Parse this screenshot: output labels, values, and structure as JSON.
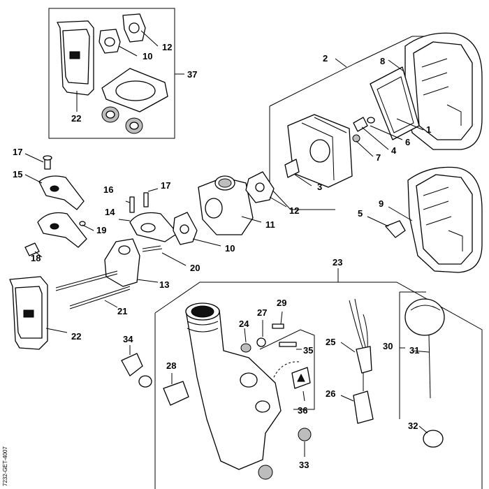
{
  "diagram": {
    "drawing_code": "7232-GET-4007",
    "callouts": {
      "c1": "1",
      "c2": "2",
      "c3": "3",
      "c4": "4",
      "c5": "5",
      "c6": "6",
      "c7": "7",
      "c8": "8",
      "c9": "9",
      "c10_gasket_top": "10",
      "c10_carb": "10",
      "c11": "11",
      "c12_top": "12",
      "c12_carb": "12",
      "c13": "13",
      "c14": "14",
      "c15": "15",
      "c16": "16",
      "c17_left": "17",
      "c17_mid": "17",
      "c18": "18",
      "c19": "19",
      "c20": "20",
      "c21": "21",
      "c22_top": "22",
      "c22_left": "22",
      "c23": "23",
      "c24": "24",
      "c25": "25",
      "c26": "26",
      "c27": "27",
      "c28": "28",
      "c29": "29",
      "c30": "30",
      "c31": "31",
      "c32": "32",
      "c33": "33",
      "c34": "34",
      "c35": "35",
      "c36": "36",
      "c37": "37"
    }
  }
}
